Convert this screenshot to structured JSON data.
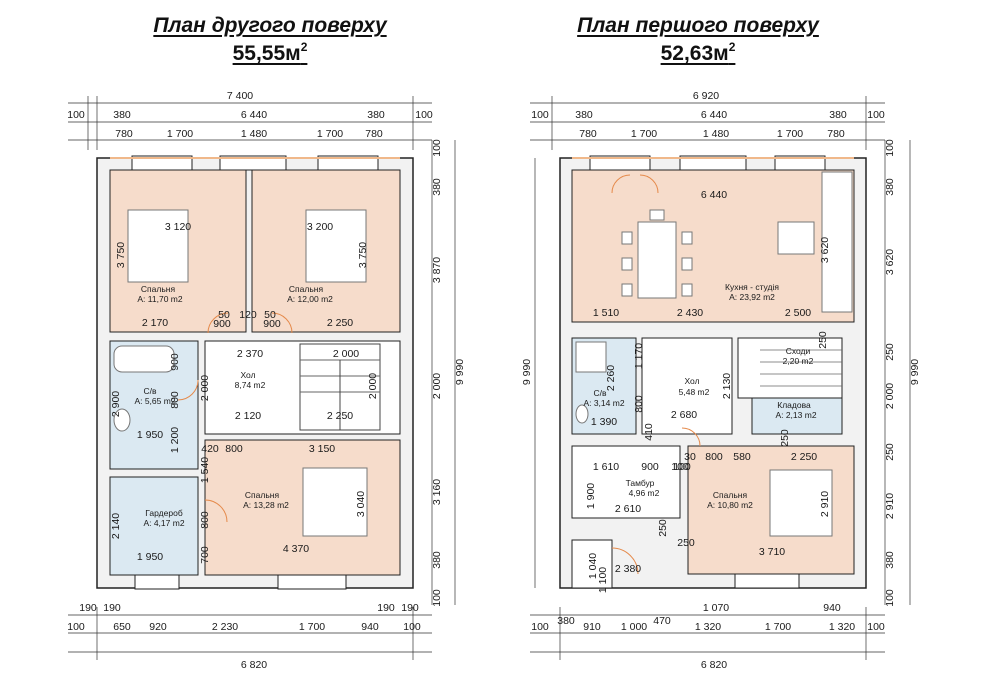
{
  "plans": {
    "second": {
      "title": "План другого поверху",
      "area": "55,55м",
      "area_sup": "2",
      "rooms": [
        {
          "id": "bed1",
          "name": "Спальня",
          "area": "А: 11,70 m2"
        },
        {
          "id": "bed2",
          "name": "Спальня",
          "area": "А: 12,00 m2"
        },
        {
          "id": "hall",
          "name": "Хол",
          "area": "8,74 m2"
        },
        {
          "id": "bath",
          "name": "С/в",
          "area": "А: 5,65 m2"
        },
        {
          "id": "bed3",
          "name": "Спальня",
          "area": "А: 13,28 m2"
        },
        {
          "id": "ward",
          "name": "Гардероб",
          "area": "А: 4,17 m2"
        }
      ],
      "dims": {
        "top_total": "7 400",
        "top_100a": "100",
        "top_380a": "380",
        "top_6440": "6 440",
        "top_380b": "380",
        "top_100b": "100",
        "top_780a": "780",
        "top_1700a": "1 700",
        "top_1480": "1 480",
        "top_1700b": "1 700",
        "top_780b": "780",
        "r_100": "100",
        "r_380a": "380",
        "r_3870": "3 870",
        "r_2000": "2 000",
        "r_3160": "3 160",
        "r_380b": "380",
        "r_100b": "100",
        "r_total": "9 990",
        "b_190a": "190",
        "b_190b": "190",
        "b_100a": "100",
        "b_650": "650",
        "b_920": "920",
        "b_2230": "2 230",
        "b_1700": "1 700",
        "b_940": "940",
        "b_190c": "190",
        "b_100b": "100",
        "b_190d": "190",
        "b_total": "6 820",
        "i_3120": "3 120",
        "i_3200": "3 200",
        "i_3750a": "3 750",
        "i_3750b": "3 750",
        "i_50a": "50",
        "i_120": "120",
        "i_50b": "50",
        "i_2170": "2 170",
        "i_900a": "900",
        "i_900b": "900",
        "i_2250a": "2 250",
        "i_2370": "2 370",
        "i_2000a": "2 000",
        "i_2000b": "2 000",
        "i_2000c": "2 000",
        "i_900c": "900",
        "i_800a": "800",
        "i_2900": "2 900",
        "i_2120": "2 120",
        "i_2250b": "2 250",
        "i_1950a": "1 950",
        "i_1200": "1 200",
        "i_420": "420",
        "i_800b": "800",
        "i_3150": "3 150",
        "i_1540": "1 540",
        "i_3040": "3 040",
        "i_2140": "2 140",
        "i_800c": "800",
        "i_700": "700",
        "i_4370": "4 370",
        "i_1950b": "1 950"
      }
    },
    "first": {
      "title": "План першого поверху",
      "area": "52,63м",
      "area_sup": "2",
      "rooms": [
        {
          "id": "kitchen",
          "name": "Кухня - студія",
          "area": "А: 23,92 m2"
        },
        {
          "id": "stairs",
          "name": "Сходи",
          "area": "2,20 m2"
        },
        {
          "id": "hall",
          "name": "Хол",
          "area": "5,48 m2"
        },
        {
          "id": "wc",
          "name": "С/в",
          "area": "А: 3,14 m2"
        },
        {
          "id": "pantry",
          "name": "Кладова",
          "area": "А: 2,13 m2"
        },
        {
          "id": "vestibule",
          "name": "Тамбур",
          "area": "4,96 m2"
        },
        {
          "id": "bedroom",
          "name": "Спальня",
          "area": "А: 10,80 m2"
        }
      ],
      "dims": {
        "top_total": "6 920",
        "top_100a": "100",
        "top_380a": "380",
        "top_6440": "6 440",
        "top_380b": "380",
        "top_100b": "100",
        "top_780a": "780",
        "top_1700a": "1 700",
        "top_1480": "1 480",
        "top_1700b": "1 700",
        "top_780b": "780",
        "r_100": "100",
        "r_380a": "380",
        "r_3620": "3 620",
        "r_250a": "250",
        "r_2000": "2 000",
        "r_250b": "250",
        "r_2910": "2 910",
        "r_380b": "380",
        "r_100b": "100",
        "r_total": "9 990",
        "l_total": "9 990",
        "b_100a": "100",
        "b_380": "380",
        "b_910": "910",
        "b_1000": "1 000",
        "b_470": "470",
        "b_1320a": "1 320",
        "b_1700": "1 700",
        "b_1320b": "1 320",
        "b_100b": "100",
        "b_1070": "1 070",
        "b_940": "940",
        "b_total": "6 820",
        "i_6440": "6 440",
        "i_3620": "3 620",
        "i_1510": "1 510",
        "i_2430": "2 430",
        "i_2500": "2 500",
        "i_1170": "1 170",
        "i_250a": "250",
        "i_2260": "2 260",
        "i_2130": "2 130",
        "i_800a": "800",
        "i_1390": "1 390",
        "i_2680": "2 680",
        "i_410": "410",
        "i_250b": "250",
        "i_30": "30",
        "i_100a": "100",
        "i_800b": "800",
        "i_580": "580",
        "i_2250": "2 250",
        "i_1610": "1 610",
        "i_900": "900",
        "i_100b": "100",
        "i_1900": "1 900",
        "i_2610": "2 610",
        "i_250c": "250",
        "i_2910": "2 910",
        "i_3710": "3 710",
        "i_250d": "250",
        "i_1040": "1 040",
        "i_1100": "1 100",
        "i_2380": "2 380"
      }
    }
  }
}
